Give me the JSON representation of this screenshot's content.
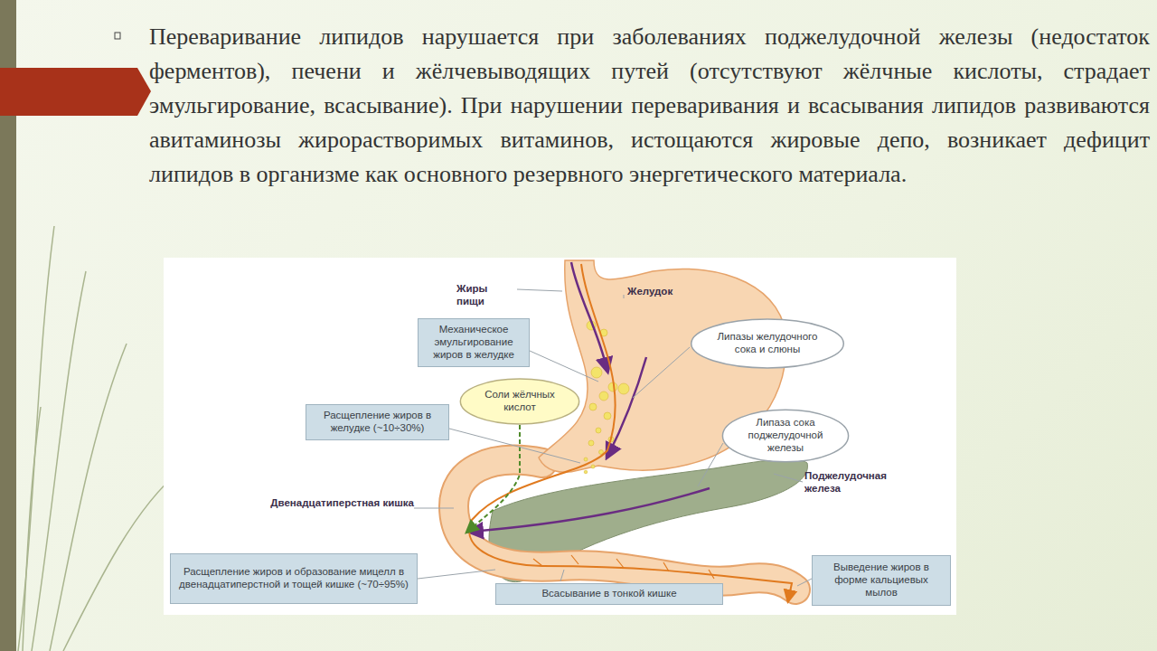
{
  "diagram": {
    "nodes": [
      {
        "text": [
          "Механическое эмульгирование жиров в желудке"
        ]
      },
      {
        "text": [
          "Липазы желудочного сока и слюны"
        ]
      },
      {
        "text": [
          "Соли жёлчных кислот"
        ]
      },
      {
        "text": [
          "Расщепление жиров в желудке (~10÷30%)"
        ]
      },
      {
        "text": [
          "Липаза сока поджелудочной железы"
        ]
      },
      {
        "text": [
          "Расщепление жиров и образование мицелл в двенадцатиперстной и тощей кишке (~70÷95%)"
        ]
      },
      {
        "text": [
          "Всасывание в тонкой кишке"
        ]
      },
      {
        "text": [
          "Выведение жиров в форме кальциевых мылов"
        ]
      }
    ],
    "labels": [
      "Переваривание липидов нарушается при заболеваниях поджелудочной железы (недостаток ферментов), печени и жёлчевыводящих путей (отсутствуют жёлчные кислоты, страдает эмульгирование, всасывание). При нарушении переваривания и всасывания липидов развиваются авитаминозы жирорастворимых витаминов, истощаются жировые депо, возникает дефицит липидов в организме как основного резервного энергетического материала.",
      "Жиры пищи",
      "Желудок",
      "Поджелудочная железа",
      "Двенадцатиперстная кишка"
    ]
  }
}
